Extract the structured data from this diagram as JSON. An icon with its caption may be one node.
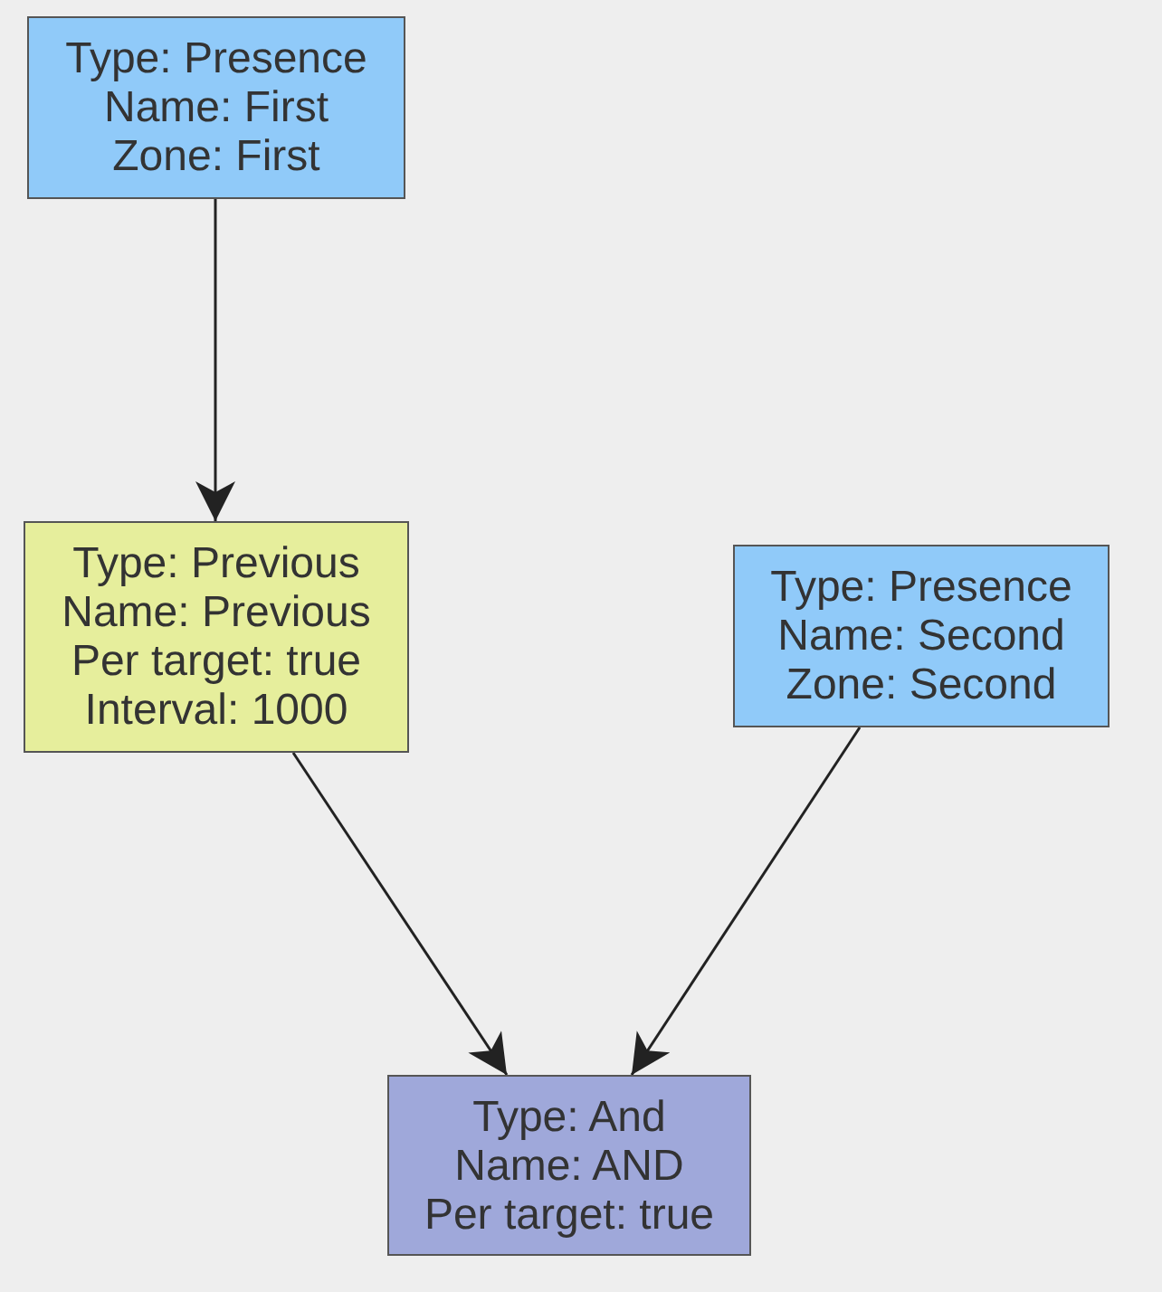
{
  "diagram": {
    "nodes": [
      {
        "text": [
          "Type: Presence",
          "Name: First",
          "Zone: First"
        ]
      },
      {
        "text": [
          "Type: Previous",
          "Name: Previous",
          "Per target: true",
          "Interval: 1000"
        ]
      },
      {
        "text": [
          "Type: Presence",
          "Name: Second",
          "Zone: Second"
        ]
      },
      {
        "text": [
          "Type: And",
          "Name: AND",
          "Per target: true"
        ]
      }
    ],
    "edges": [
      {
        "from": 0,
        "to": 1,
        "arrow": "to"
      },
      {
        "from": 1,
        "to": 3,
        "arrow": "to"
      },
      {
        "from": 2,
        "to": 3,
        "arrow": "to"
      }
    ]
  }
}
